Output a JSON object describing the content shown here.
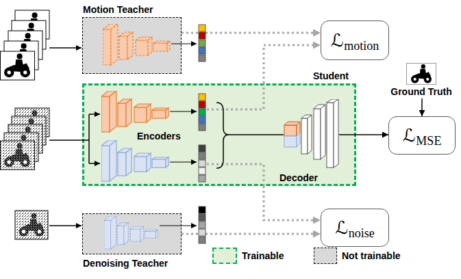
{
  "diagram": {
    "nodes": [
      {
        "text": [
          "Motion Teacher"
        ]
      },
      {
        "text": [
          "ℒ",
          "motion"
        ]
      },
      {
        "text": [
          "Student"
        ]
      },
      {
        "text": [
          "Ground Truth"
        ]
      },
      {
        "text": [
          "Decoder"
        ],
        "in": 2
      },
      {
        "text": [
          "ℒ",
          "MSE"
        ]
      },
      {
        "text": [
          "Denoising Teacher"
        ]
      },
      {
        "text": [
          "ℒ",
          "noise"
        ]
      }
    ],
    "edges": [
      {
        "from": 0,
        "to": 1,
        "arrow": "to"
      },
      {
        "from": 2,
        "to": 1,
        "arrow": "to"
      },
      {
        "from": 4,
        "to": 5,
        "arrow": "to"
      },
      {
        "from": 3,
        "to": 5,
        "arrow": "to"
      },
      {
        "from": 2,
        "to": 7,
        "arrow": "to"
      },
      {
        "from": 6,
        "to": 7,
        "arrow": "to"
      }
    ],
    "labels": [
      "Encoders"
    ],
    "legend": [
      {
        "text": "Trainable",
        "color": "#e2efd9"
      },
      {
        "text": "Not trainable",
        "color": "#d9d9d9"
      }
    ]
  }
}
